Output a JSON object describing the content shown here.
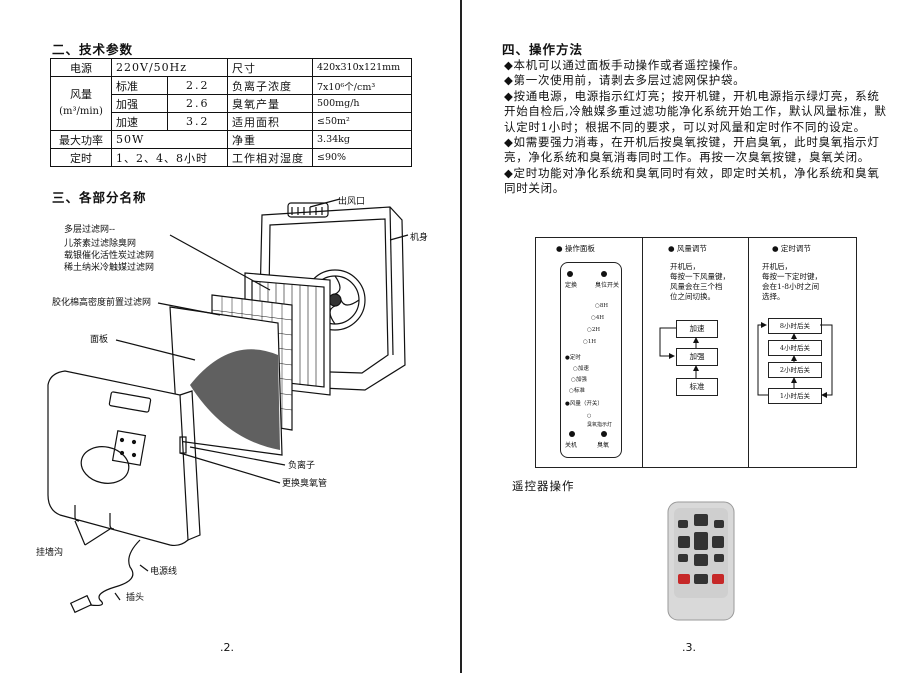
{
  "left": {
    "spec_title": "二、技术参数",
    "spec": {
      "power_label": "电源",
      "power_value": "220V/50Hz",
      "size_label": "尺寸",
      "size_value": "420x310x121mm",
      "fan_label": "风量",
      "fan_unit": "(m³/min)",
      "fan_rows": [
        {
          "mode": "标准",
          "value": "2.2",
          "param": "负离子浓度",
          "pvalue": "7x10⁶个/cm³"
        },
        {
          "mode": "加强",
          "value": "2.6",
          "param": "臭氧产量",
          "pvalue": "500mg/h"
        },
        {
          "mode": "加速",
          "value": "3.2",
          "param": "适用面积",
          "pvalue": "≤50m²"
        }
      ],
      "maxpower_label": "最大功率",
      "maxpower_value": "50W",
      "weight_label": "净重",
      "weight_value": "3.34kg",
      "timer_label": "定时",
      "timer_value": "1、2、4、8小时",
      "humidity_label": "工作相对湿度",
      "humidity_value": "≤90%"
    },
    "parts_title": "三、各部分名称",
    "callouts": {
      "outlet": "出风口",
      "body": "机身",
      "filter_title": "多层过滤网--",
      "filter_1": "儿茶素过滤除臭网",
      "filter_2": "载银催化活性炭过滤网",
      "filter_3": "稀土纳米冷触媒过滤网",
      "prefilter": "胶化棉高密度前置过滤网",
      "panel": "面板",
      "anion": "负离子",
      "ozone_tube": "更换臭氧管",
      "hook": "挂墙沟",
      "cord": "电源线",
      "plug": "插头"
    },
    "page_number": ".2."
  },
  "right": {
    "method_title": "四、操作方法",
    "bullet": "◆",
    "paragraphs": [
      "本机可以通过面板手动操作或者遥控操作。",
      "第一次使用前，请剥去多层过滤网保护袋。",
      "按通电源，电源指示红灯亮；按开机键，开机电源指示绿灯亮，系统开始自检后,冷触媒多重过滤功能净化系统开始工作，默认风量标准，默认定时1小时；根据不同的要求，可以对风量和定时作不同的设定。",
      "如需要强力消毒，在开机后按臭氧按键，开启臭氧，此时臭氧指示灯亮，净化系统和臭氧消毒同时工作。再按一次臭氧按键，臭氧关闭。",
      "定时功能对净化系统和臭氧同时有效，即定时关机，净化系统和臭氧同时关闭。"
    ],
    "diagram": {
      "panel_title": "● 操作面板",
      "panel_top_left": "定换",
      "panel_top_right": "臭位开关",
      "timer_leds": [
        "8H",
        "4H",
        "2H",
        "1H"
      ],
      "timer_label": "定时",
      "fan_leds": [
        "加速",
        "加强",
        "标准"
      ],
      "fan_switch": "风量（开关）",
      "ozone_indicator": "臭氧指示灯",
      "bottom_left": "关机",
      "bottom_right": "臭氧",
      "fan_title": "● 风量调节",
      "fan_desc": "开机后，\n每按一下风量键，\n风量会在三个档\n位之间切换。",
      "fan_boxes": [
        "加速",
        "加强",
        "标准"
      ],
      "timer_title": "● 定时调节",
      "timer_desc": "开机后，\n每按一下定时键，\n会在1-8小时之间\n选择。",
      "timer_boxes": [
        "8小时后关",
        "4小时后关",
        "2小时后关",
        "1小时后关"
      ]
    },
    "remote_title": "遥控器操作",
    "page_number": ".3."
  }
}
